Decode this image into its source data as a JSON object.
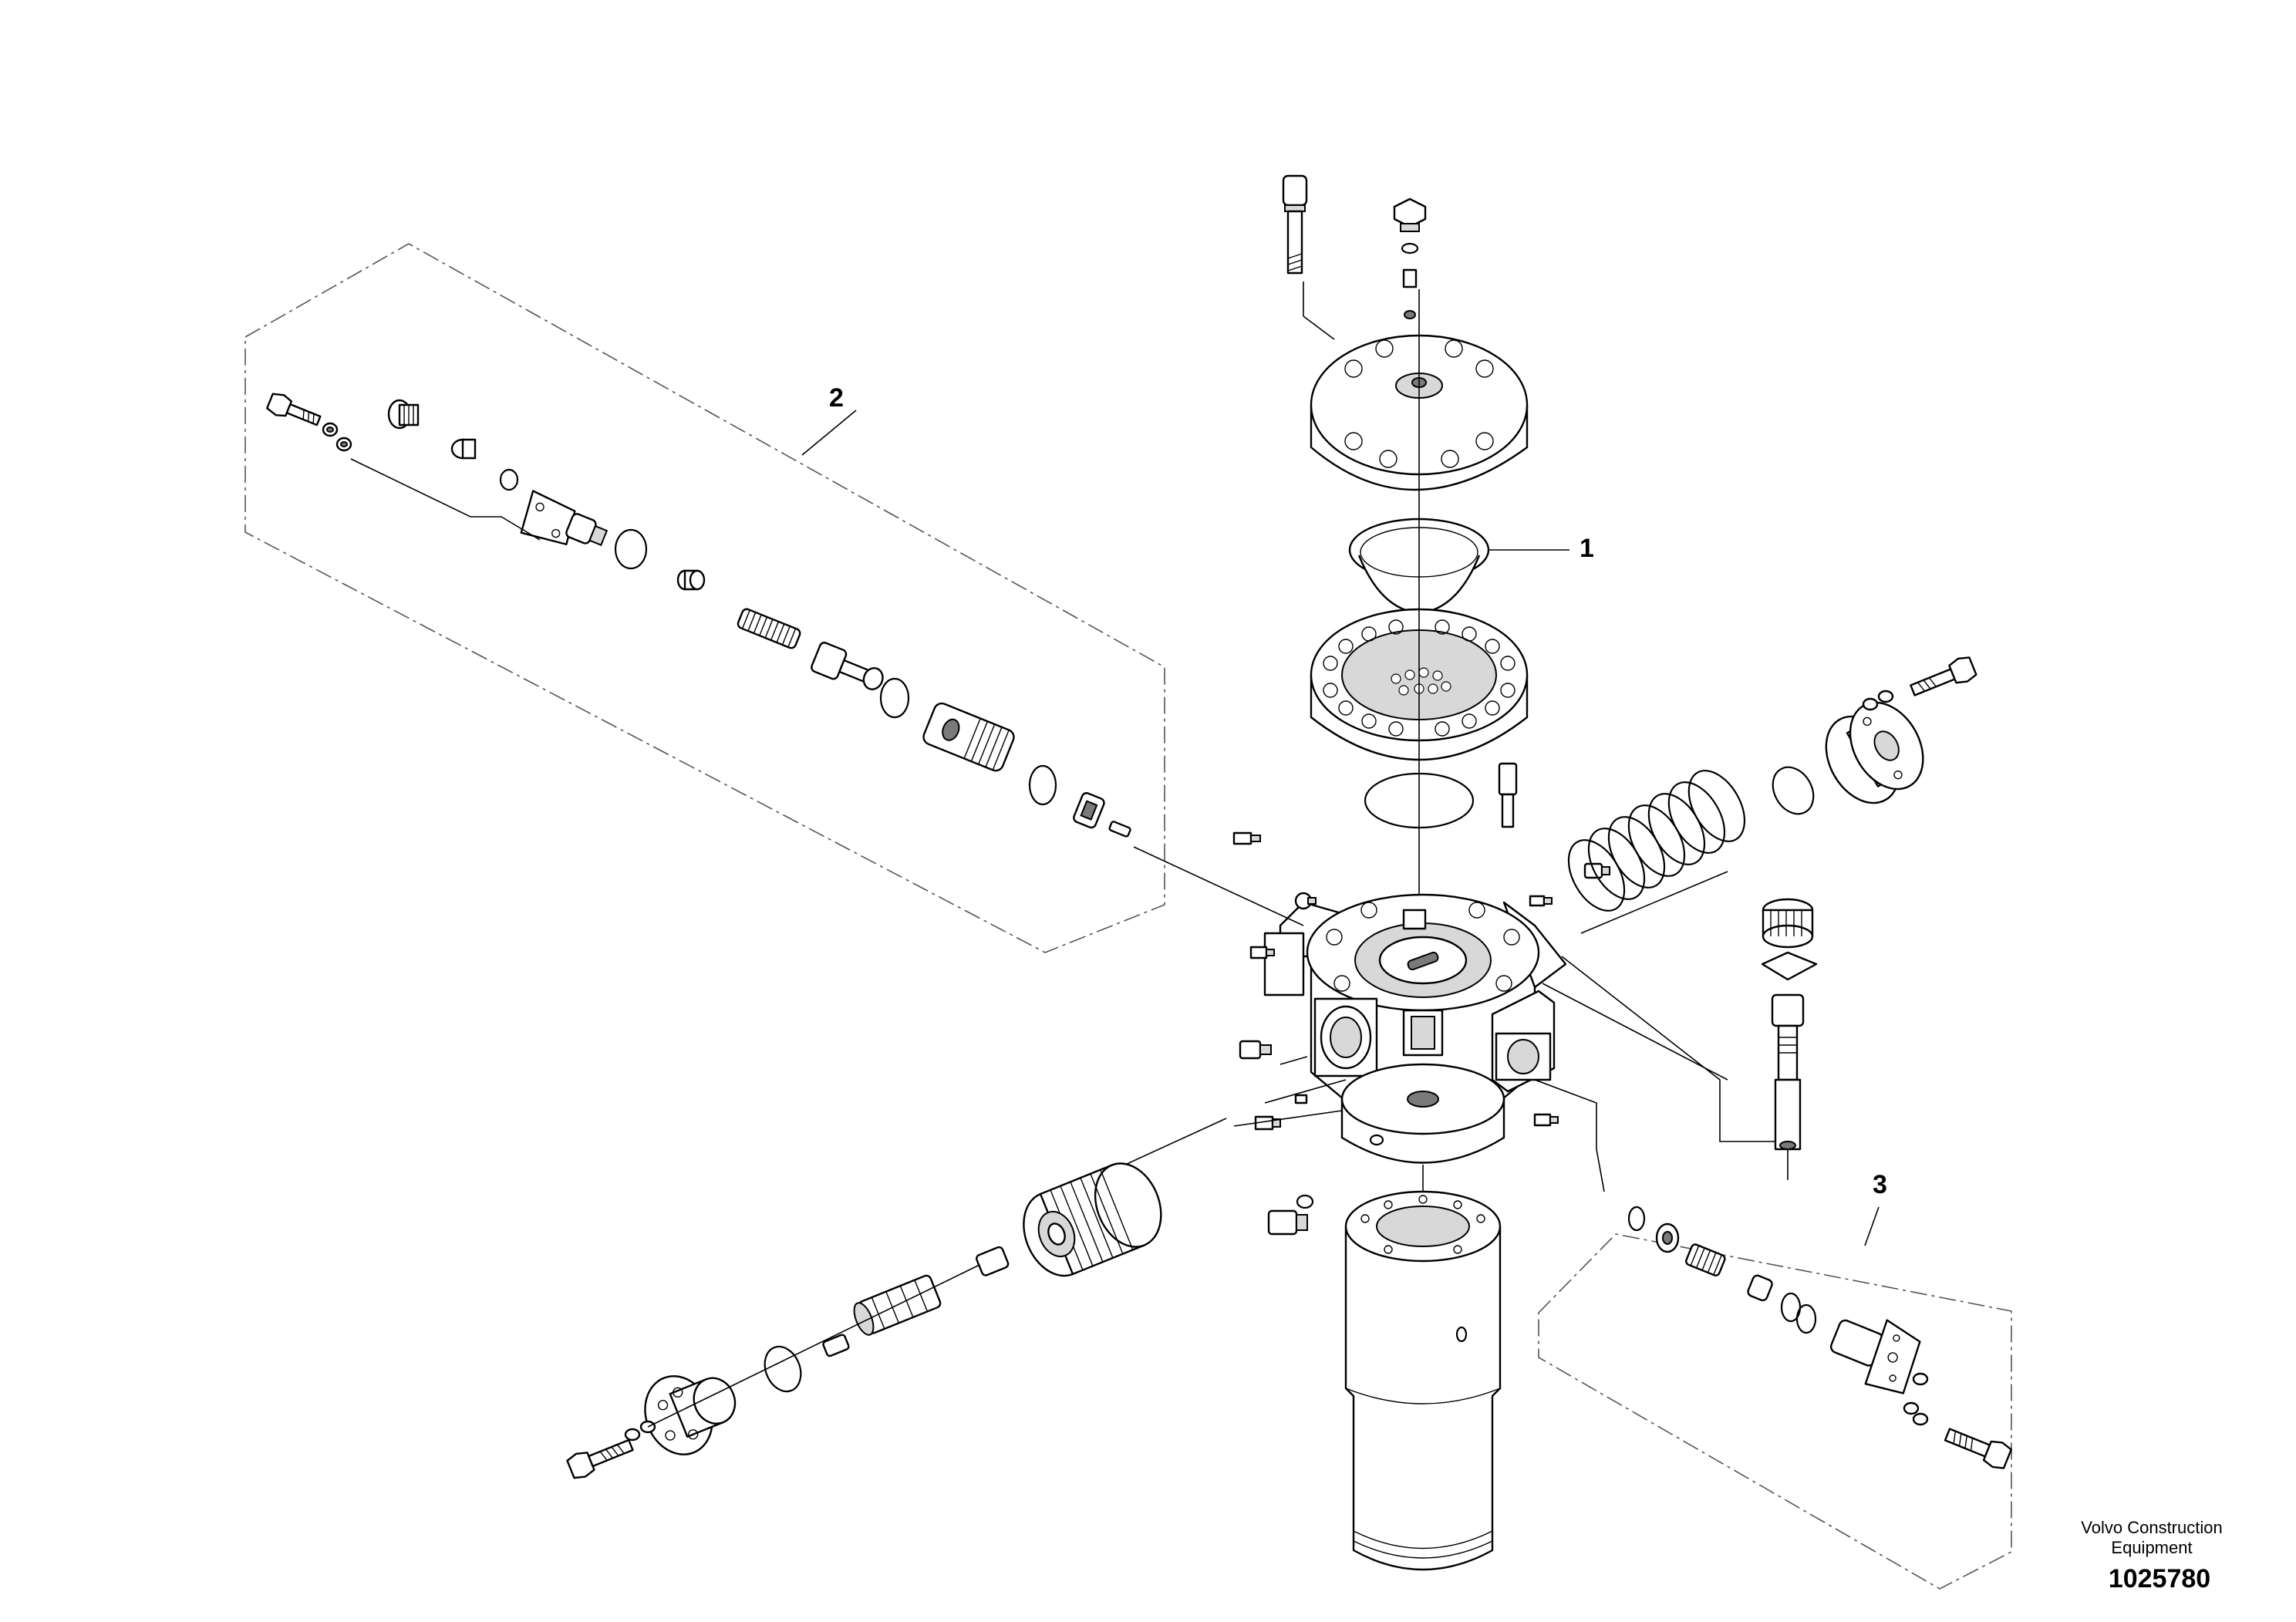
{
  "callouts": [
    {
      "id": "1",
      "label": "1"
    },
    {
      "id": "2",
      "label": "2"
    },
    {
      "id": "3",
      "label": "3"
    }
  ],
  "footer": {
    "company_line": "Volvo Construction Equipment",
    "drawing_number": "1025780"
  },
  "colors": {
    "line": "#000000",
    "background": "#ffffff",
    "shade": "#d8d8d8"
  }
}
